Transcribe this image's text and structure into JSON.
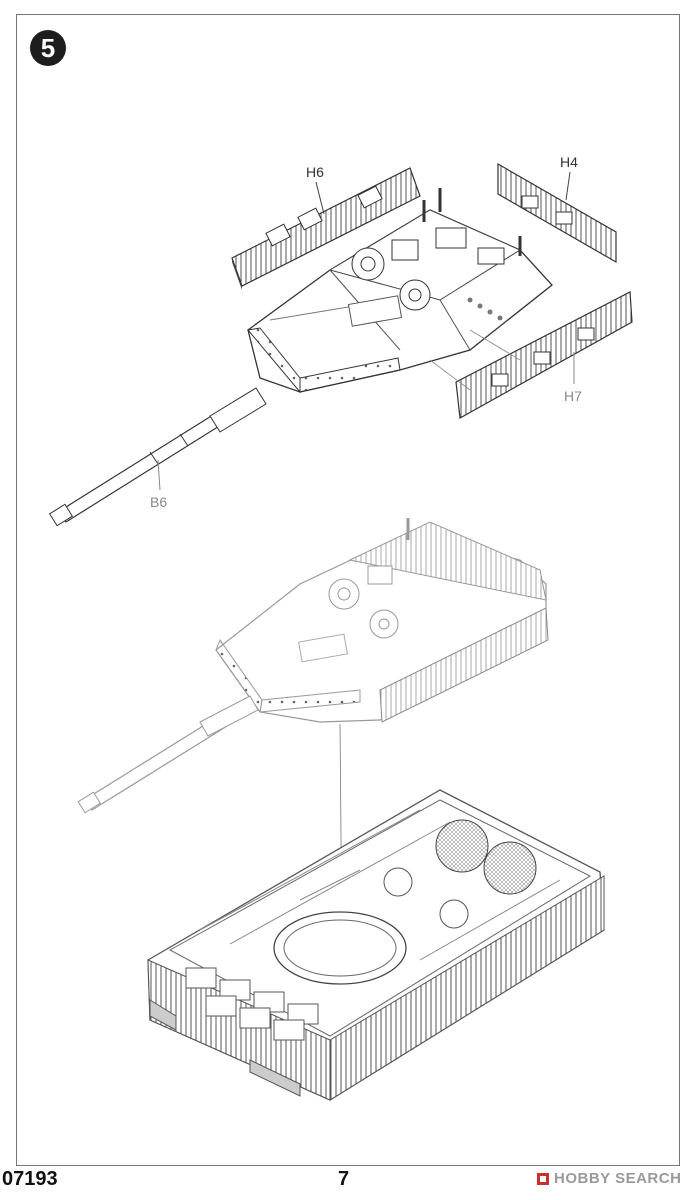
{
  "step": {
    "number": "5"
  },
  "parts": {
    "h6": "H6",
    "h4": "H4",
    "h7": "H7",
    "b6": "B6"
  },
  "footer": {
    "product_code": "07193",
    "page_number": "7",
    "watermark": "HOBBY SEARCH"
  }
}
